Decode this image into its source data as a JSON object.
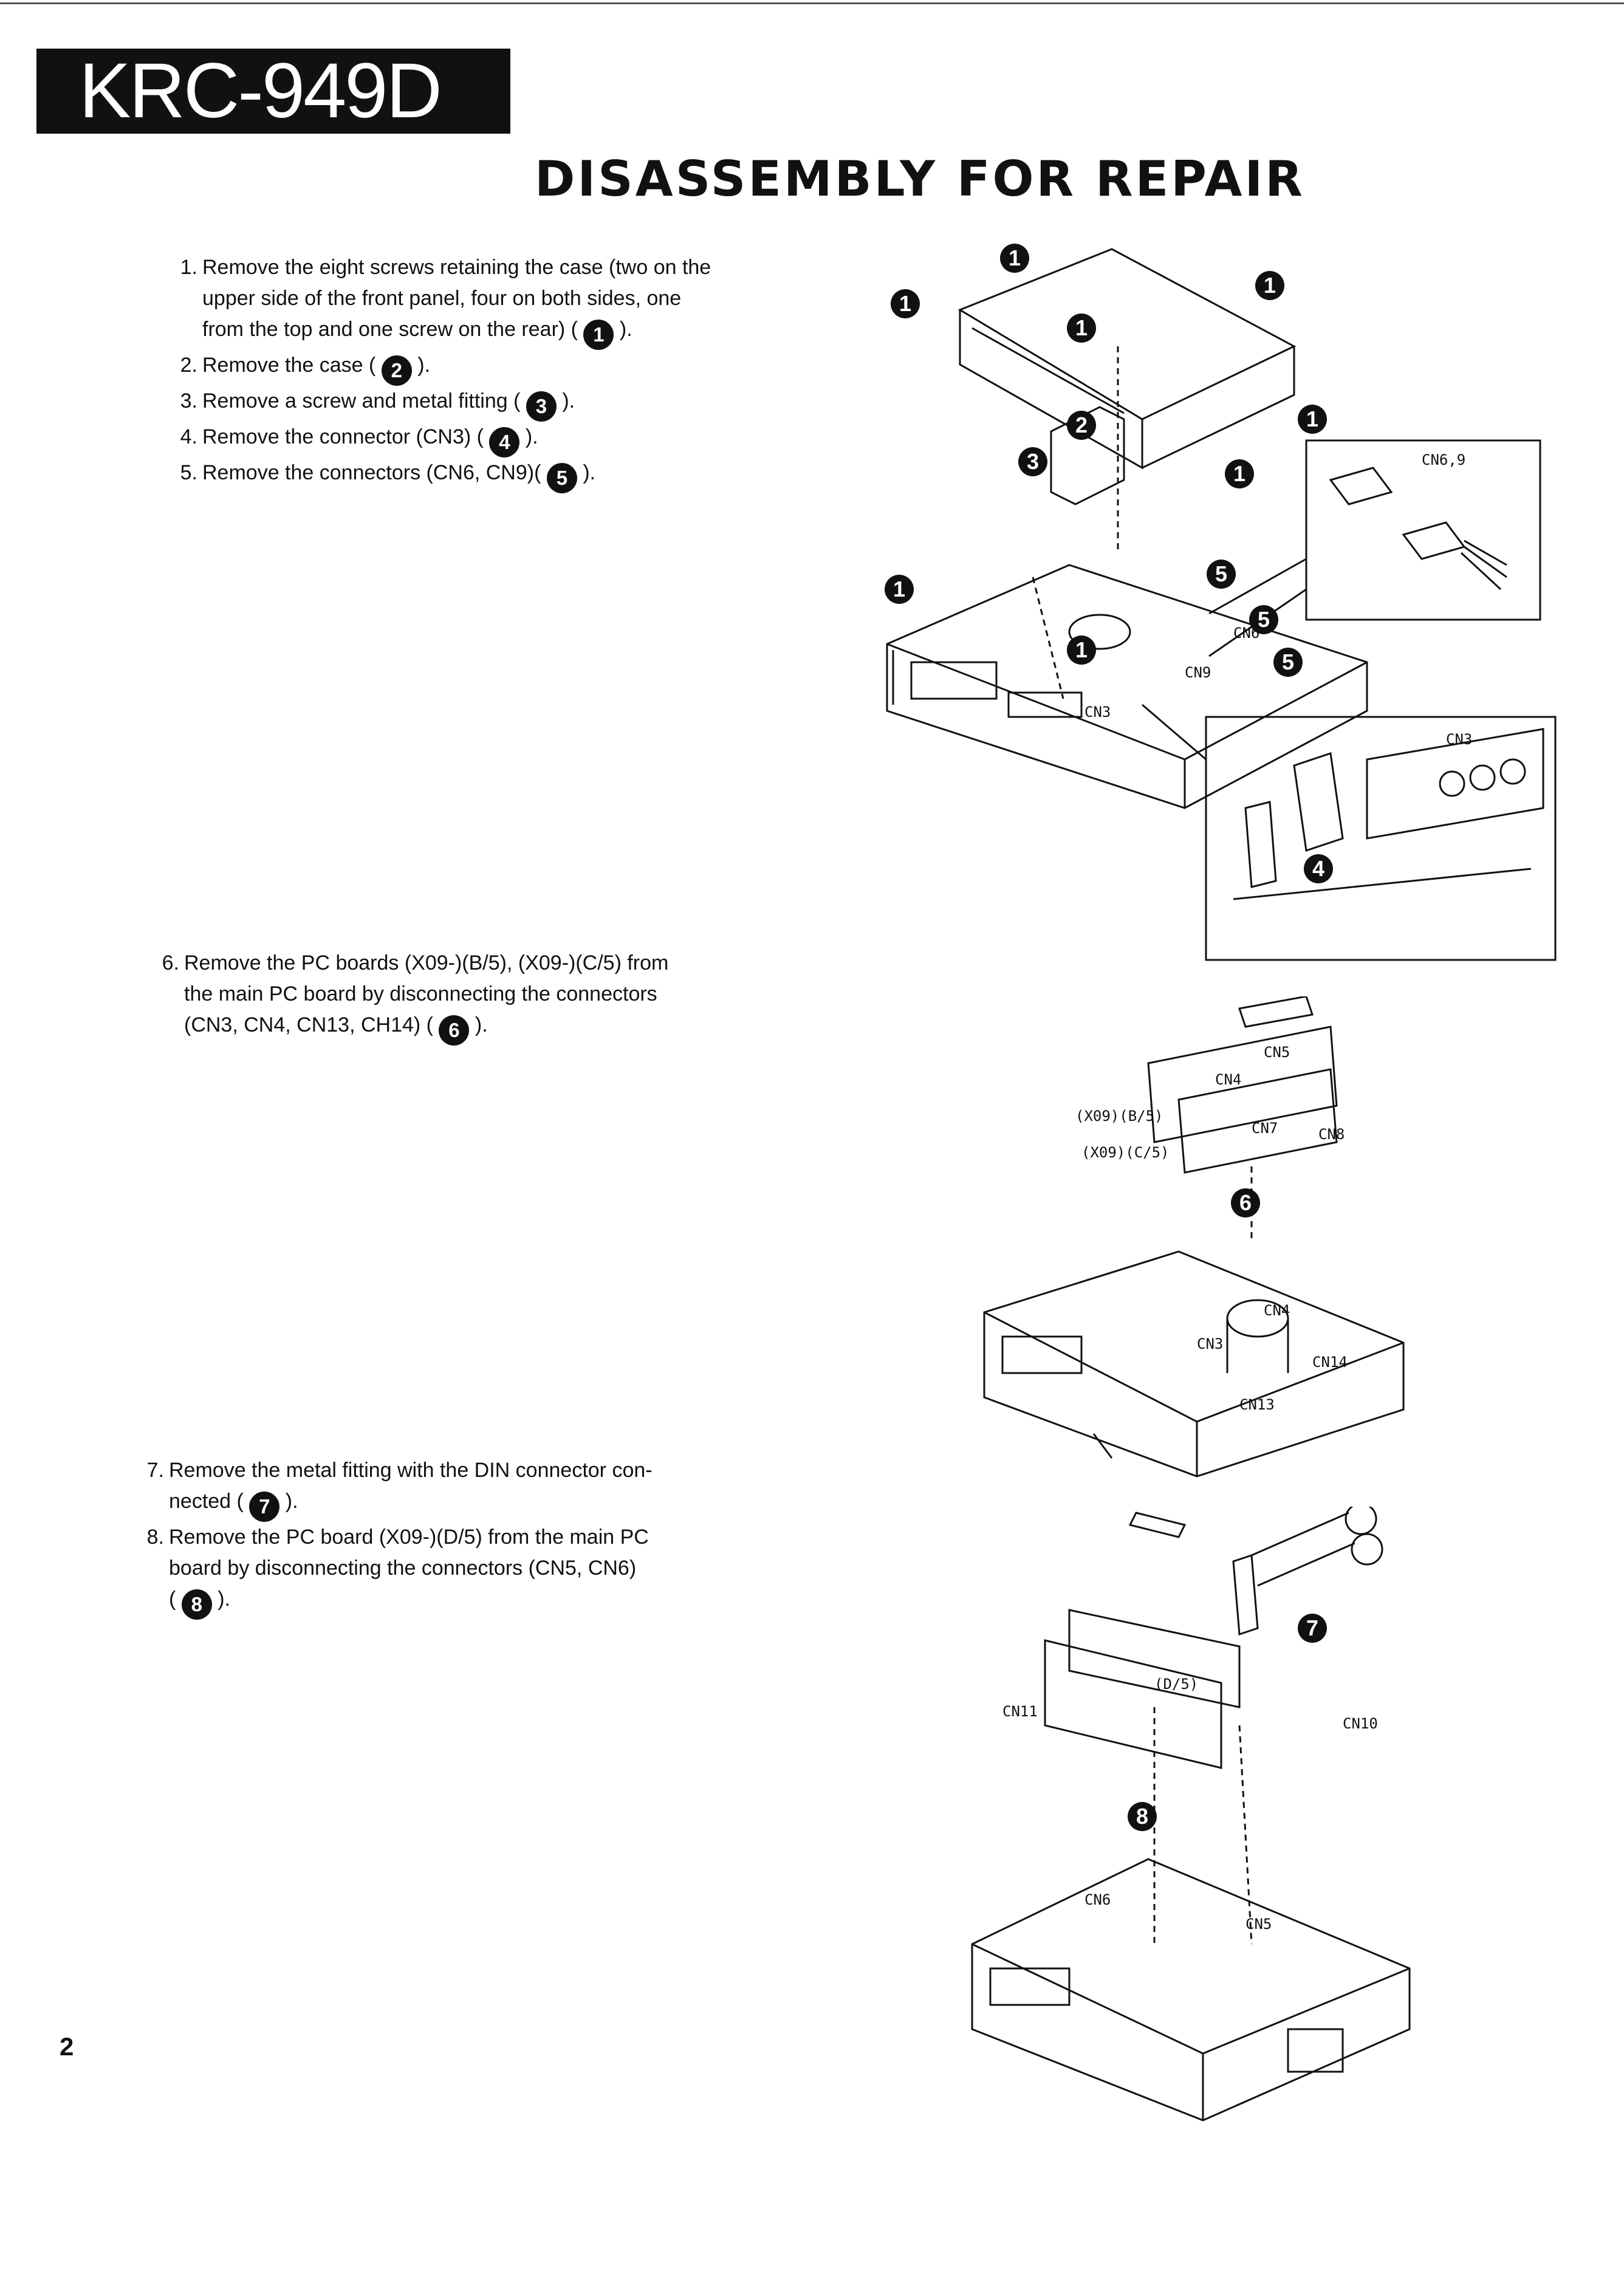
{
  "header": {
    "model": "KRC-949D"
  },
  "title": "DISASSEMBLY FOR REPAIR",
  "steps": [
    {
      "num": "1.",
      "lines": [
        "Remove the eight screws retaining the case (two on the",
        "upper side of the front panel, four on both sides, one",
        "from the top and one screw on the rear) ("
      ],
      "mark": "1",
      "after": ")."
    },
    {
      "num": "2.",
      "lines": [
        "Remove the case ("
      ],
      "mark": "2",
      "after": ")."
    },
    {
      "num": "3.",
      "lines": [
        "Remove a screw and metal fitting ("
      ],
      "mark": "3",
      "after": ")."
    },
    {
      "num": "4.",
      "lines": [
        "Remove the connector (CN3) ("
      ],
      "mark": "4",
      "after": ")."
    },
    {
      "num": "5.",
      "lines": [
        "Remove the connectors (CN6, CN9)("
      ],
      "mark": "5",
      "after": ")."
    },
    {
      "num": "6.",
      "lines": [
        "Remove the PC boards (X09-)(B/5), (X09-)(C/5) from",
        "the main PC board by disconnecting the connectors",
        "(CN3, CN4, CN13, CH14) ("
      ],
      "mark": "6",
      "after": ")."
    },
    {
      "num": "7.",
      "lines": [
        "Remove the metal fitting with the DIN connector con-",
        "nected ("
      ],
      "mark": "7",
      "after": ")."
    },
    {
      "num": "8.",
      "lines": [
        "Remove the PC board (X09-)(D/5) from the main PC",
        "board by disconnecting the connectors (CN5, CN6)",
        "("
      ],
      "mark": "8",
      "after": ")."
    }
  ],
  "figures": {
    "fig1": {
      "markers": [
        "1",
        "1",
        "1",
        "1",
        "1",
        "1",
        "2",
        "3",
        "1",
        "1",
        "5",
        "5",
        "5",
        "4"
      ],
      "labels": [
        "CN6,9",
        "CN6",
        "CN9",
        "CN3",
        "CN3"
      ]
    },
    "fig2": {
      "markers": [
        "6"
      ],
      "labels": [
        "CN5",
        "CN4",
        "(X09)(B/5)",
        "CN7",
        "CN8",
        "(X09)(C/5)",
        "CN4",
        "CN3",
        "CN14",
        "CN13"
      ]
    },
    "fig3": {
      "markers": [
        "7",
        "8"
      ],
      "labels": [
        "(D/5)",
        "CN11",
        "CN10",
        "CN6",
        "CN5"
      ]
    }
  },
  "page_number": "2"
}
